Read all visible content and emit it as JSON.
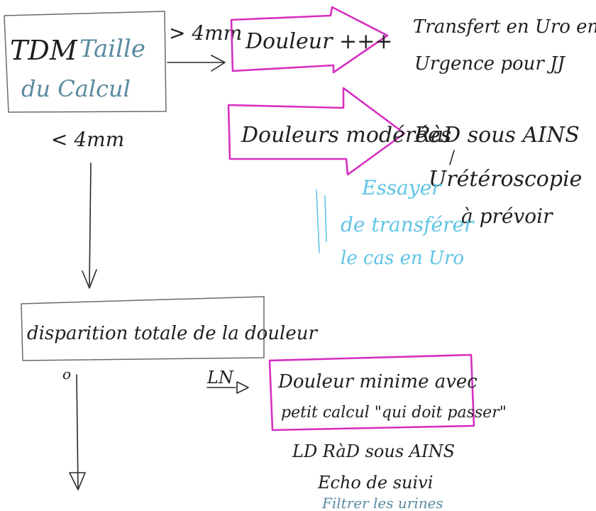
{
  "colors": {
    "ink": "#1f1f1f",
    "box_border": "#6a6a6a",
    "highlight": "#d62fbf",
    "note": "#5fc4e6",
    "teal": "#5a8aa0"
  },
  "nodes": {
    "start": {
      "line1_a": "TDM",
      "line1_b": "Taille",
      "line2": "du Calcul"
    },
    "branch_large": "> 4mm",
    "branch_small": "< 4mm",
    "pain_plus": "Douleur +++",
    "transfer_note": {
      "line1": "Transfert en Uro en",
      "line2": "Urgence pour JJ"
    },
    "pain_moderate": "Douleurs modérées",
    "rad": "RàD sous AINS",
    "ureteroscopy": {
      "line1": "Urétéroscopie",
      "line2": "à prévoir"
    },
    "try_transfer": {
      "line1": "Essayer",
      "line2": "de transférer",
      "line3": "le cas en Uro"
    },
    "pain_disappear": "disparition totale de la douleur",
    "no_marker": "o",
    "ln_label": "LN",
    "pain_minimal": {
      "line1": "Douleur minime avec",
      "line2": "petit calcul \"qui doit passer\""
    },
    "followup": {
      "line1": "LD RàD sous AINS",
      "line2": "Echo de suivi",
      "line3": "Filtrer les urines"
    }
  }
}
